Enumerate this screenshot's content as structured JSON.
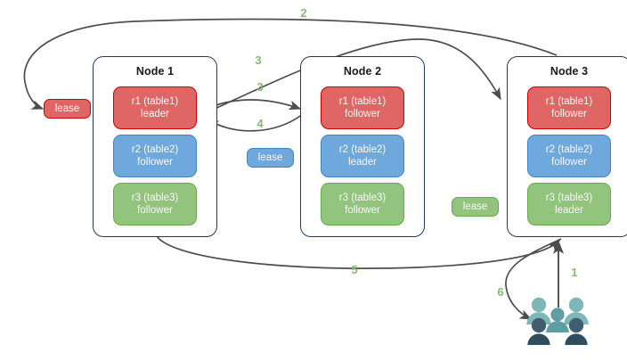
{
  "diagram": {
    "title": "Multi-node replica lease diagram",
    "colors": {
      "replica_red": "#e06666",
      "replica_red_border": "#cc0000",
      "replica_blue": "#6fa8dc",
      "replica_blue_border": "#3d85c6",
      "replica_green": "#93c47d",
      "replica_green_border": "#6aa84f",
      "node_border": "#1f3864",
      "edge_stroke": "#4d4d4d",
      "edge_label": "#7fbf6a",
      "people_light": "#7fb6b8",
      "people_mid": "#5f9ea2",
      "people_dark": "#3f5f6e",
      "people_darkest": "#2e4e5e"
    }
  },
  "nodes": [
    {
      "id": "node-1",
      "title": "Node 1",
      "replicas": [
        {
          "id": "n1-r1",
          "name": "r1 (table1)",
          "role": "leader",
          "color": "red"
        },
        {
          "id": "n1-r2",
          "name": "r2 (table2)",
          "role": "follower",
          "color": "blue"
        },
        {
          "id": "n1-r3",
          "name": "r3 (table3)",
          "role": "follower",
          "color": "green"
        }
      ]
    },
    {
      "id": "node-2",
      "title": "Node 2",
      "replicas": [
        {
          "id": "n2-r1",
          "name": "r1 (table1)",
          "role": "follower",
          "color": "red"
        },
        {
          "id": "n2-r2",
          "name": "r2 (table2)",
          "role": "leader",
          "color": "blue"
        },
        {
          "id": "n2-r3",
          "name": "r3 (table3)",
          "role": "follower",
          "color": "green"
        }
      ]
    },
    {
      "id": "node-3",
      "title": "Node 3",
      "replicas": [
        {
          "id": "n3-r1",
          "name": "r1 (table1)",
          "role": "follower",
          "color": "red"
        },
        {
          "id": "n3-r2",
          "name": "r2 (table2)",
          "role": "follower",
          "color": "blue"
        },
        {
          "id": "n3-r3",
          "name": "r3 (table3)",
          "role": "leader",
          "color": "green"
        }
      ]
    }
  ],
  "leases": [
    {
      "id": "lease-table1",
      "label": "lease",
      "color": "red"
    },
    {
      "id": "lease-table2",
      "label": "lease",
      "color": "blue"
    },
    {
      "id": "lease-table3",
      "label": "lease",
      "color": "green"
    }
  ],
  "edge_labels": [
    {
      "id": "edge-label-2",
      "text": "2"
    },
    {
      "id": "edge-label-3a",
      "text": "3"
    },
    {
      "id": "edge-label-3b",
      "text": "3"
    },
    {
      "id": "edge-label-4",
      "text": "4"
    },
    {
      "id": "edge-label-5",
      "text": "5"
    },
    {
      "id": "edge-label-1",
      "text": "1"
    },
    {
      "id": "edge-label-6",
      "text": "6"
    }
  ],
  "actor": {
    "id": "clients",
    "icon": "people-group-icon",
    "person_count": 5
  }
}
